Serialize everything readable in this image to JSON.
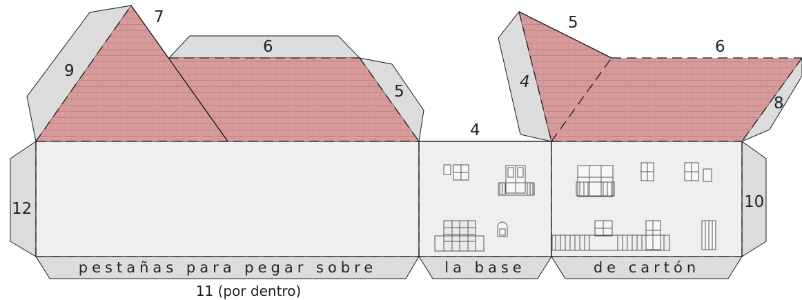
{
  "colors": {
    "roof": "#d89a9a",
    "roof_line": "#b98585",
    "flap": "#dcdcdc",
    "wall": "#efefef",
    "stroke": "#1a1a1a"
  },
  "edge_labels": {
    "l9": "9",
    "l7": "7",
    "l6a": "6",
    "l5a": "5",
    "l4a": "4",
    "l5b": "5",
    "l4b": "4",
    "l6b": "6",
    "l8": "8",
    "l12": "12",
    "l10": "10"
  },
  "tabs": {
    "t1": "pestañas para pegar sobre",
    "t2": "la base",
    "t3": "de cartón"
  },
  "footnote": "11 (por dentro)"
}
